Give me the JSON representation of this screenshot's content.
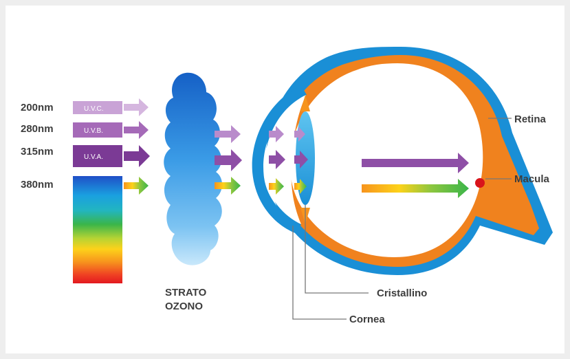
{
  "wavelengths": [
    "200nm",
    "280nm",
    "315nm",
    "380nm"
  ],
  "uv_bands": [
    "U.V.C.",
    "U.V.B.",
    "U.V.A."
  ],
  "ozone_label": [
    "STRATO",
    "OZONO"
  ],
  "eye_labels": {
    "retina": "Retina",
    "macula": "Macula",
    "cristallino": "Cristallino",
    "cornea": "Cornea"
  },
  "colors": {
    "uvc": "#c9a3d6",
    "uvb": "#a56ab8",
    "uva": "#7b3a95",
    "sclera": "#1a8fd6",
    "choroid": "#f0821e",
    "macula": "#d9141b",
    "cloud": "#2a86d8"
  }
}
